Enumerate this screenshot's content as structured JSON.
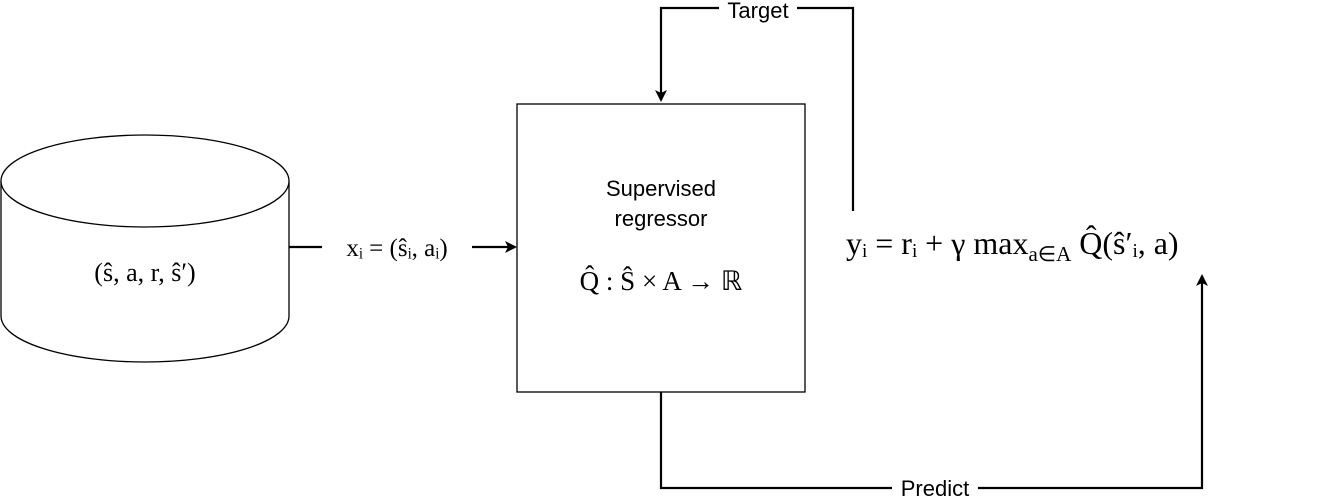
{
  "database": {
    "label": "(ŝ, a, r, ŝ′)"
  },
  "input_edge": {
    "label": "xᵢ = (ŝᵢ, aᵢ)"
  },
  "regressor": {
    "title_line1": "Supervised",
    "title_line2": "regressor",
    "formula": "Q̂ : Ŝ × A → ℝ"
  },
  "target_formula": {
    "lhs": "yᵢ = rᵢ + γ max",
    "sub": "a∈A",
    "rhs": " Q̂(ŝ′ᵢ, a)"
  },
  "edges": {
    "target_label": "Target",
    "predict_label": "Predict"
  }
}
